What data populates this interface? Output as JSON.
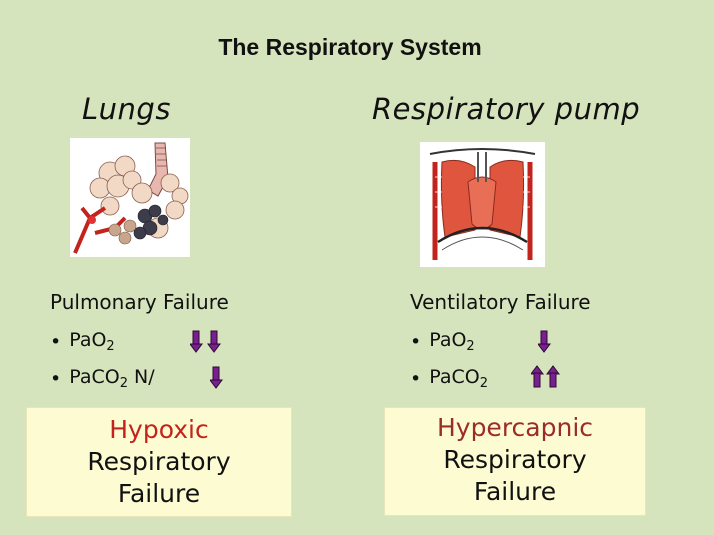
{
  "slide_title": "The Respiratory System",
  "left": {
    "heading": "Lungs",
    "panel_title": "Pulmonary Failure",
    "bullet1": {
      "label": "PaO",
      "sub": "2",
      "suffix": ""
    },
    "bullet2": {
      "label": "PaCO",
      "sub": "2",
      "suffix": "N/"
    },
    "box": {
      "line1": "Hypoxic",
      "line2": "Respiratory",
      "line3": "Failure"
    }
  },
  "right": {
    "heading": "Respiratory pump",
    "panel_title": "Ventilatory Failure",
    "bullet1": {
      "label": "PaO",
      "sub": "2",
      "suffix": ""
    },
    "bullet2": {
      "label": "PaCO",
      "sub": "2",
      "suffix": ""
    },
    "box": {
      "line1": "Hypercapnic",
      "line2": "Respiratory",
      "line3": "Failure"
    }
  },
  "colors": {
    "arrow": "#7a1f8f",
    "hypoxic": "#c3231d",
    "hypercapnic": "#9b2c2c",
    "background": "#d6e4bd",
    "box": "#fdfbd2"
  },
  "icons": {
    "down": "down-arrow-icon",
    "up": "up-arrow-icon"
  }
}
